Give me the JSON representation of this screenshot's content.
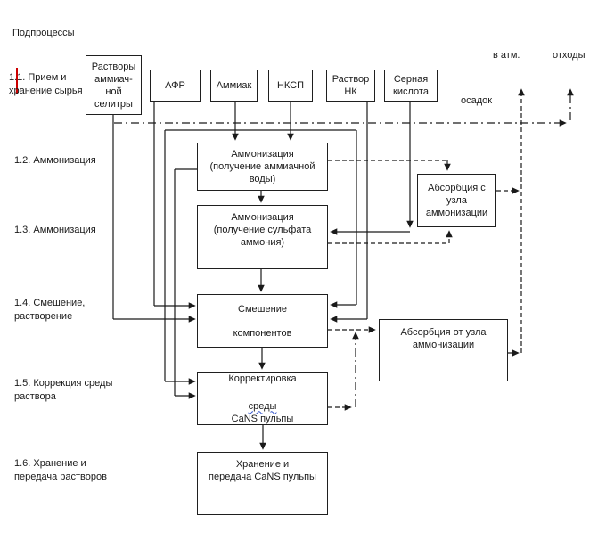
{
  "title": "Подпроцессы",
  "subprocess_labels": [
    {
      "lines": [
        "1.1. Прием и",
        "хранение сырья"
      ]
    },
    {
      "lines": [
        "1.2. Аммонизация"
      ]
    },
    {
      "lines": [
        "1.3. Аммонизация"
      ]
    },
    {
      "lines": [
        "1.4. Смешение,",
        "растворение"
      ]
    },
    {
      "lines": [
        "1.5. Коррекция среды",
        "раствора"
      ]
    },
    {
      "lines": [
        "1.6. Хранение и",
        "передача растворов"
      ]
    }
  ],
  "input_boxes": [
    {
      "lines": [
        "Растворы",
        "аммиач-",
        "ной",
        "селитры"
      ]
    },
    {
      "lines": [
        "АФР"
      ]
    },
    {
      "lines": [
        "Аммиак"
      ]
    },
    {
      "lines": [
        "НКСП"
      ]
    },
    {
      "lines": [
        "Раствор",
        "НК"
      ]
    },
    {
      "lines": [
        "Серная",
        "кислота"
      ]
    }
  ],
  "process_boxes": [
    {
      "lines": [
        "Аммонизация",
        "(получение аммиачной",
        "воды)"
      ]
    },
    {
      "lines": [
        "Аммонизация",
        "(получение сульфата",
        "аммония)"
      ]
    },
    {
      "lines": [
        "Смешение",
        "компонентов"
      ]
    },
    {
      "line1": "Корректировка",
      "line2_flagged": "среды",
      "line2_rest": "CaNS пульпы"
    },
    {
      "lines": [
        "Хранение и",
        "передача CaNS пульпы"
      ]
    }
  ],
  "absorber_boxes": [
    {
      "lines": [
        "Абсорбция с",
        "узла",
        "аммонизации"
      ]
    },
    {
      "lines": [
        "Абсорбция от узла",
        "аммонизации"
      ]
    }
  ],
  "output_labels": {
    "atmosphere": "в атм.",
    "waste": "отходы",
    "sediment": "осадок"
  },
  "colors": {
    "line": "#1a1a1a",
    "flagged_word_underline": "#3355cc",
    "revision_mark": "#cc0000"
  }
}
